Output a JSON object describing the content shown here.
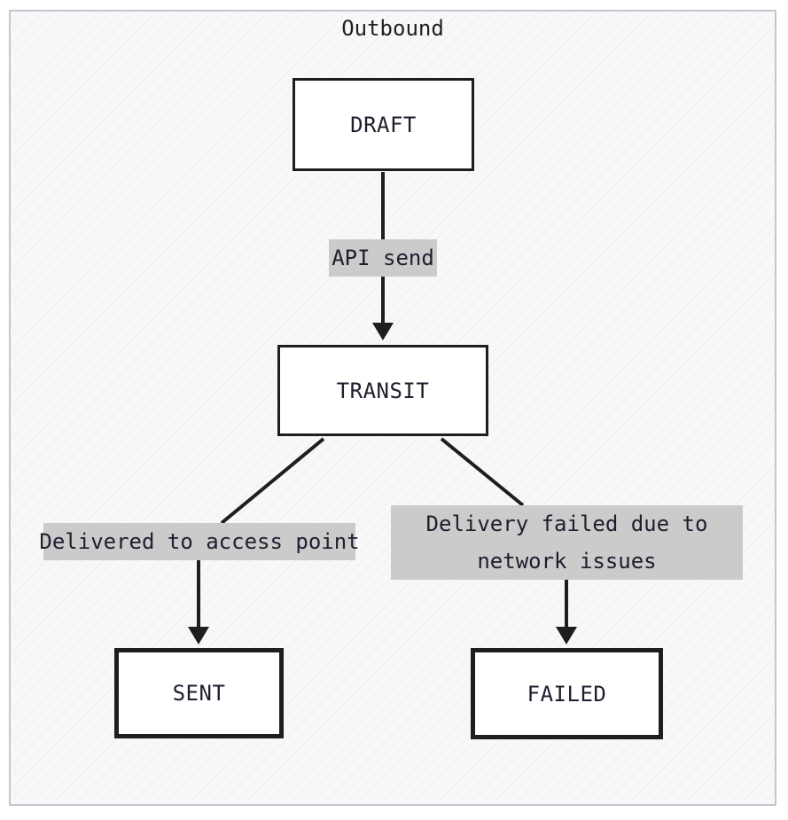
{
  "diagram": {
    "container_title": "Outbound",
    "nodes": {
      "draft": "DRAFT",
      "transit": "TRANSIT",
      "sent": "SENT",
      "failed": "FAILED"
    },
    "edges": {
      "draft_to_transit": "API send",
      "transit_to_sent": "Delivered to access point",
      "transit_to_failed": [
        "Delivery failed due to",
        "network issues"
      ]
    },
    "colors": {
      "stroke": "#1e1e1e",
      "label_background": "#cbcbcb",
      "frame_border": "#c7c4d2"
    }
  }
}
